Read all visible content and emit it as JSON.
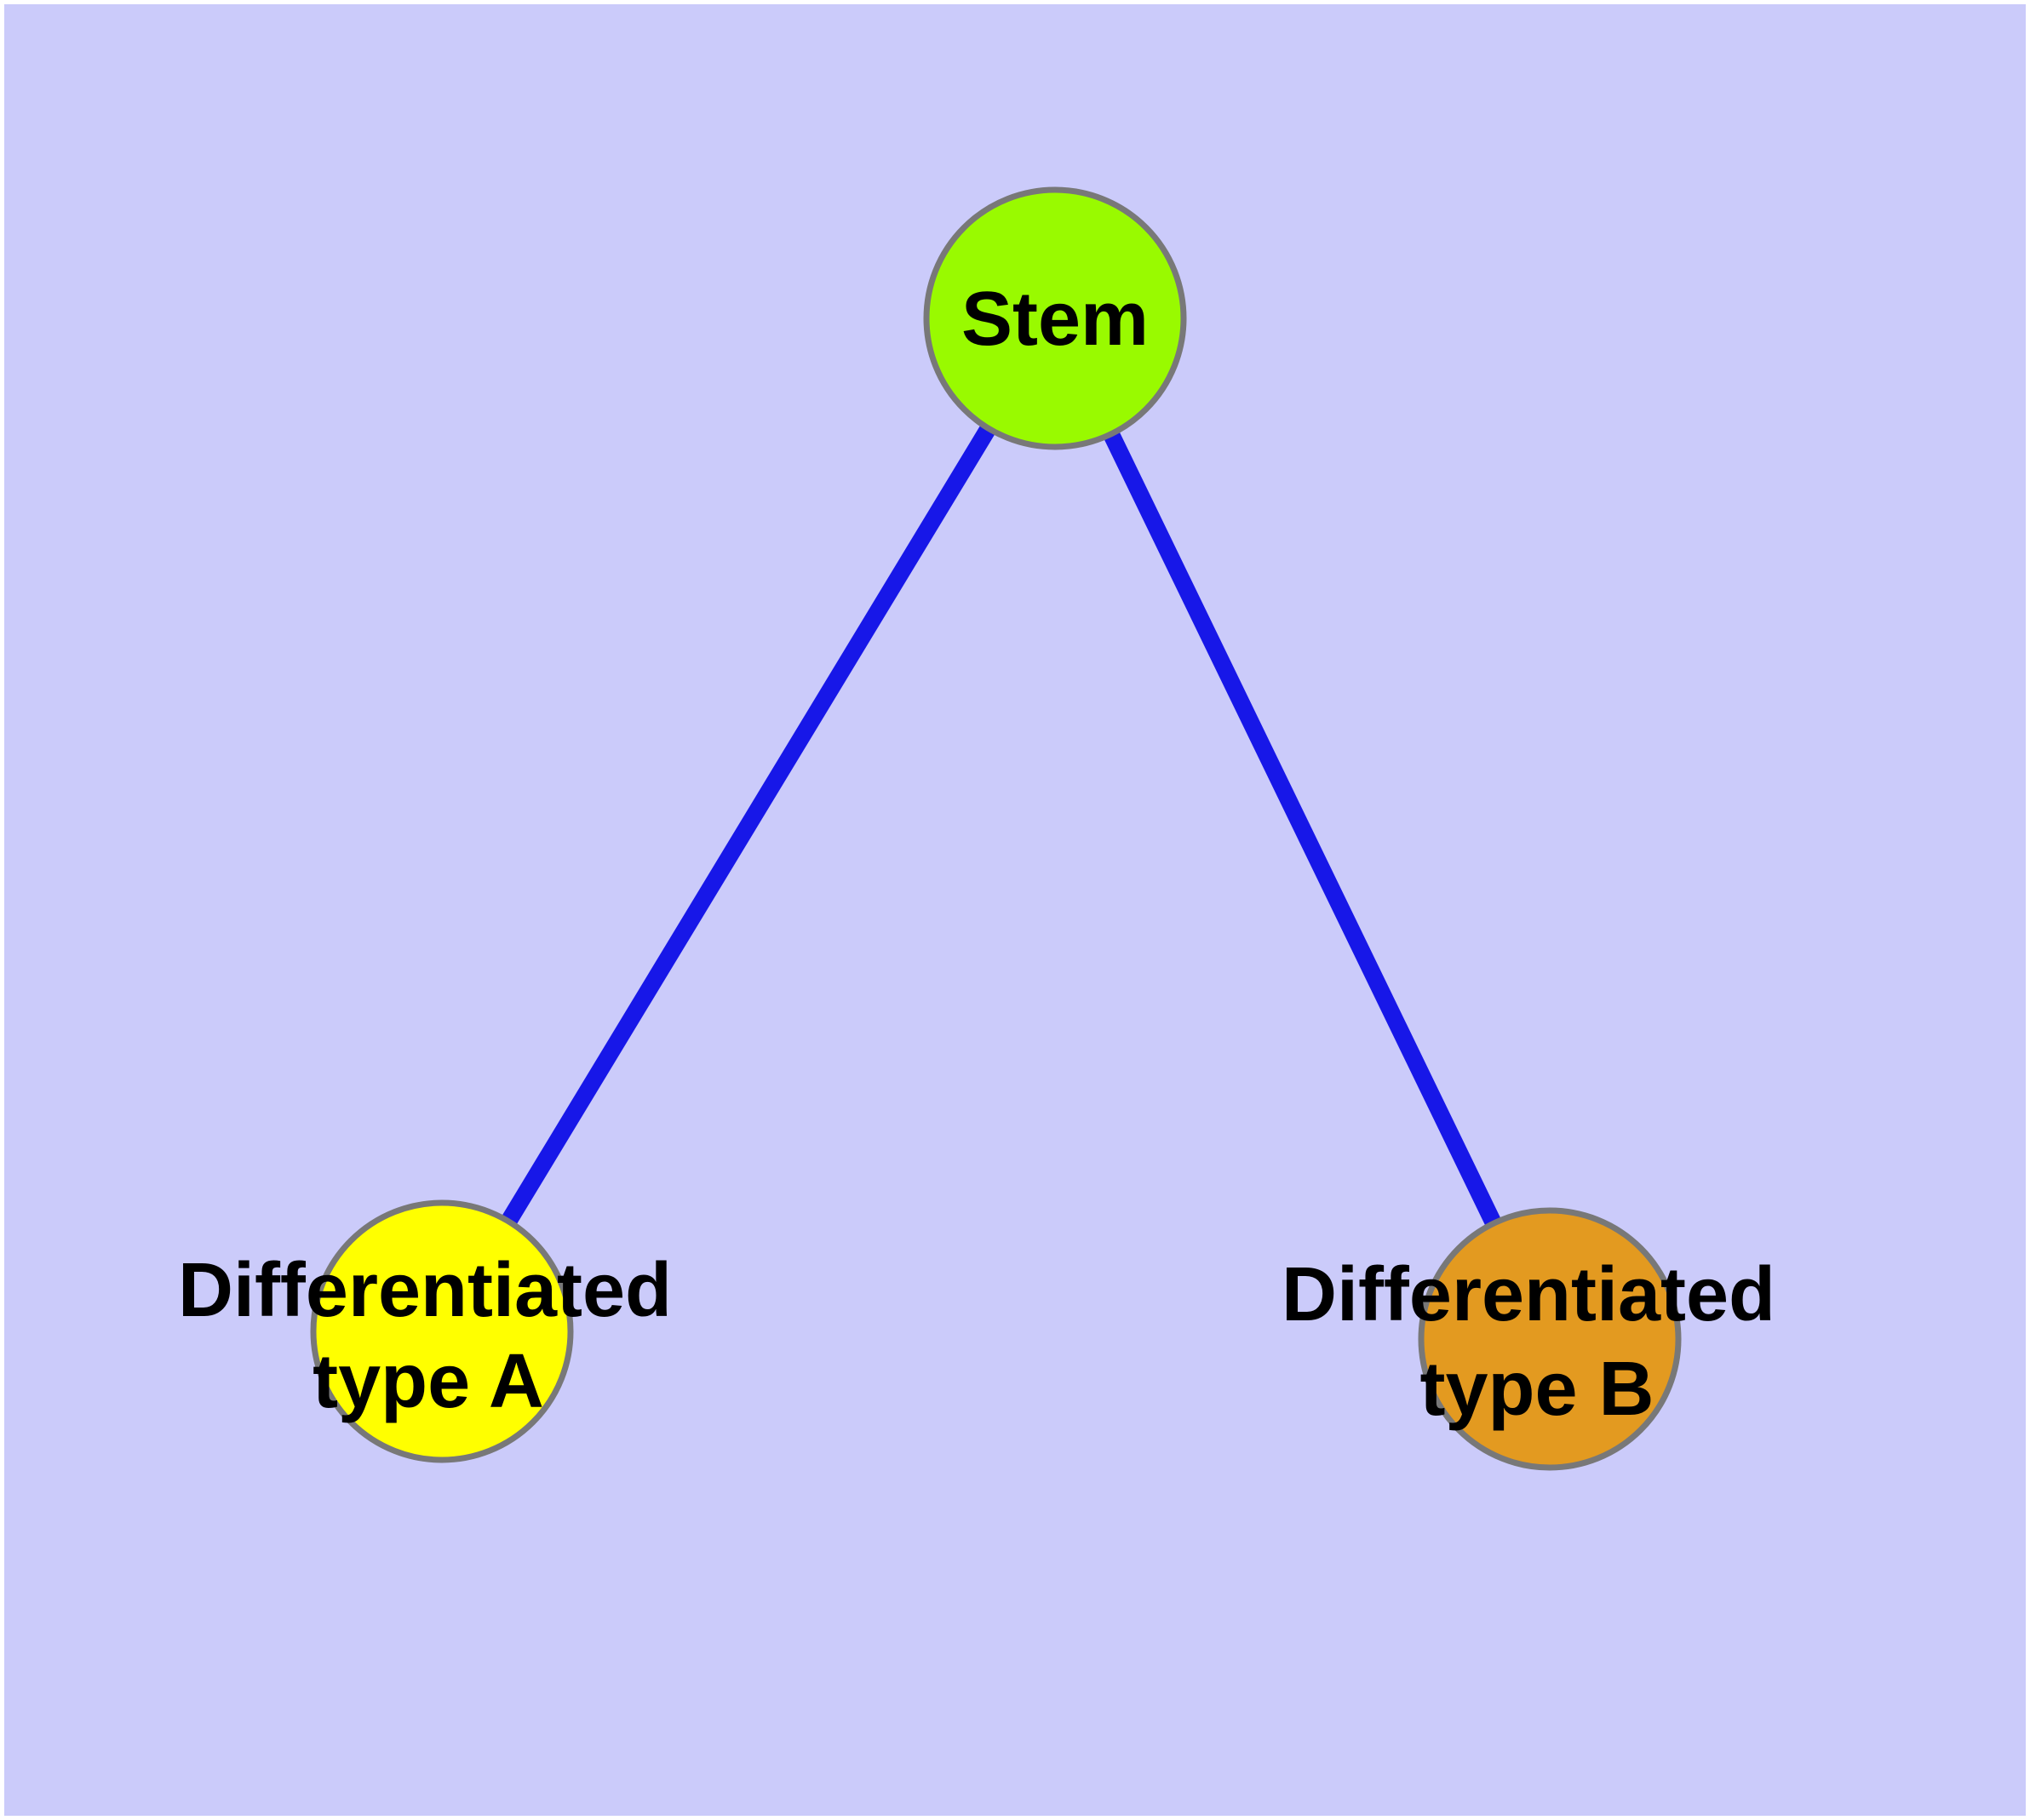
{
  "diagram": {
    "type": "graph",
    "description": "Stem cell differentiation diagram: one stem node connected to two differentiated cell type nodes",
    "colors": {
      "canvas_background": "#CBCBFA",
      "page_margin": "#FFFFFF",
      "edge": "#1717E8",
      "node_border": "#787878",
      "label_text": "#000000"
    },
    "nodes": [
      {
        "id": "stem",
        "label": "Stem",
        "line1": "Stem",
        "line2": "",
        "fill": "#99FA00"
      },
      {
        "id": "differentiated-type-a",
        "label": "Differentiated type A",
        "line1": "Differentiated",
        "line2": "type A",
        "fill": "#FFFF00"
      },
      {
        "id": "differentiated-type-b",
        "label": "Differentiated type B",
        "line1": "Differentiated",
        "line2": "type B",
        "fill": "#E39A20"
      }
    ],
    "edges": [
      {
        "from": "Stem",
        "to": "Differentiated type A"
      },
      {
        "from": "Stem",
        "to": "Differentiated type B"
      }
    ]
  }
}
